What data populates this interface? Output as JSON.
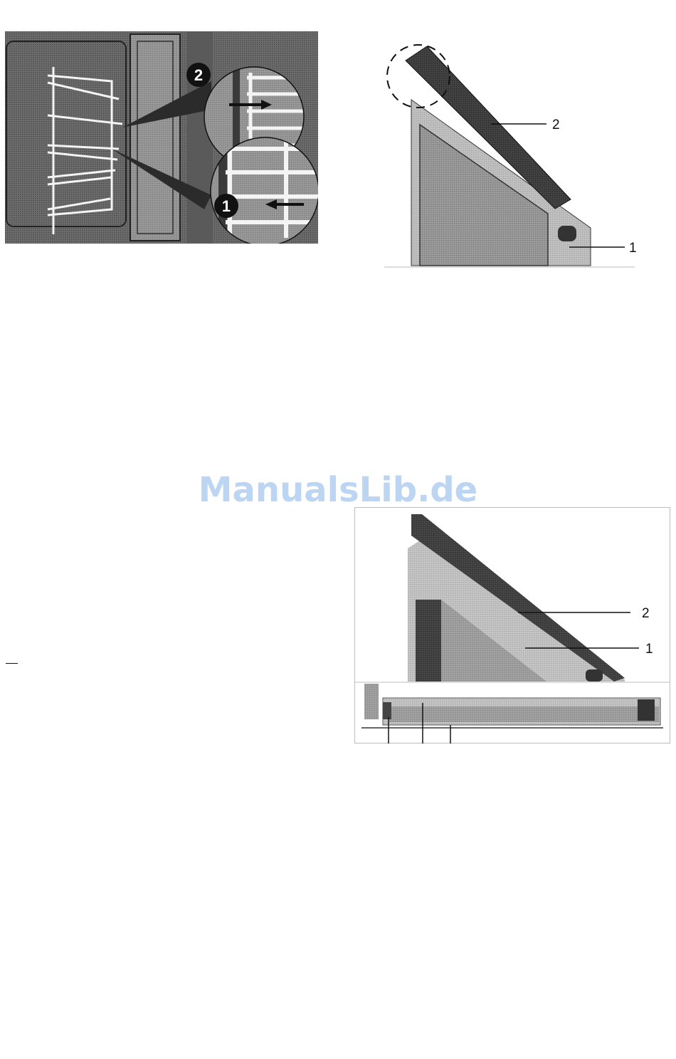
{
  "watermark": "ManualsLib.de",
  "figures": {
    "rack_removal": {
      "step1": "1",
      "step2": "2"
    },
    "door_top_trim": {
      "callout1": "1",
      "callout2": "2"
    },
    "door_glass": {
      "callout1": "1",
      "callout2": "2"
    }
  },
  "colors": {
    "halftone_dark": "#3a3a3a",
    "halftone_mid": "#8c8c8c",
    "halftone_light": "#c8c8c8",
    "rack_white": "#f4f4f4",
    "watermark": "#bcd5f2"
  }
}
